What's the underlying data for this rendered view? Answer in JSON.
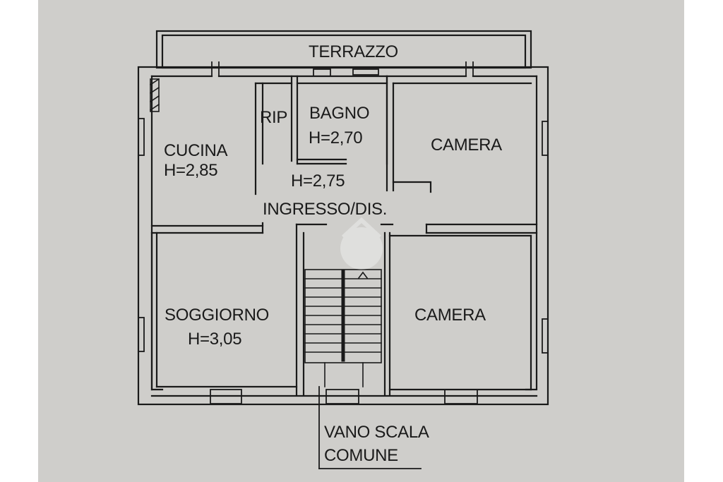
{
  "plan": {
    "terrace": "TERRAZZO",
    "kitchen": {
      "name": "CUCINA",
      "height": "H=2,85"
    },
    "closet": "RIP",
    "bathroom": {
      "name": "BAGNO",
      "height": "H=2,70"
    },
    "bedroom_top": "CAMERA",
    "hall_height": "H=2,75",
    "hall": "INGRESSO/DIS.",
    "living": {
      "name": "SOGGIORNO",
      "height": "H=3,05"
    },
    "bedroom_bottom": "CAMERA",
    "stairwell": {
      "line1": "VANO SCALA",
      "line2": "COMUNE"
    }
  },
  "colors": {
    "paper": "#cfcecb",
    "ink": "#1a1a1a",
    "margin": "#ffffff"
  }
}
